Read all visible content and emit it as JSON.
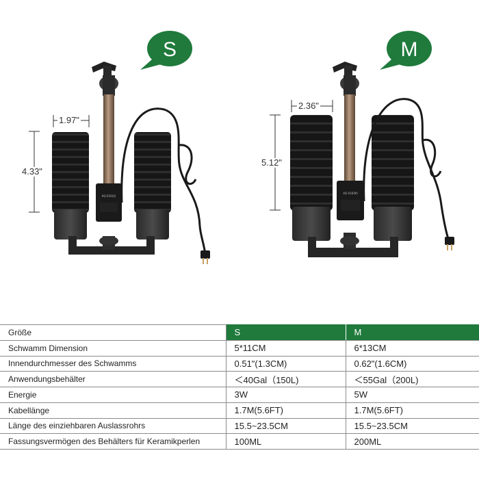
{
  "badges": {
    "s": "S",
    "m": "M"
  },
  "dimensions": {
    "s_width": "1.97\"",
    "s_height": "4.33\"",
    "m_width": "2.36\"",
    "m_height": "5.12\""
  },
  "colors": {
    "accent": "#1f7a3c",
    "sponge": "#1c1c1c",
    "tube": "#8a6e57"
  },
  "table": {
    "header": {
      "label": "Größe",
      "s": "S",
      "m": "M"
    },
    "rows": [
      {
        "label": "Schwamm Dimension",
        "s": "5*11CM",
        "m": "6*13CM"
      },
      {
        "label": "Innendurchmesser des Schwamms",
        "s": "0.51\"(1.3CM)",
        "m": "0.62\"(1.6CM)"
      },
      {
        "label": "Anwendungsbehälter",
        "s": "＜40Gal（150L)",
        "m": "＜55Gal（200L)"
      },
      {
        "label": "Energie",
        "s": "3W",
        "m": "5W"
      },
      {
        "label": "Kabellänge",
        "s": "1.7M(5.6FT)",
        "m": "1.7M(5.6FT)"
      },
      {
        "label": "Länge des einziehbaren Auslassrohrs",
        "s": "15.5~23.5CM",
        "m": "15.5~23.5CM"
      },
      {
        "label": "Fassungsvermögen des Behälters für Keramikperlen",
        "s": "100ML",
        "m": "200ML"
      }
    ]
  }
}
